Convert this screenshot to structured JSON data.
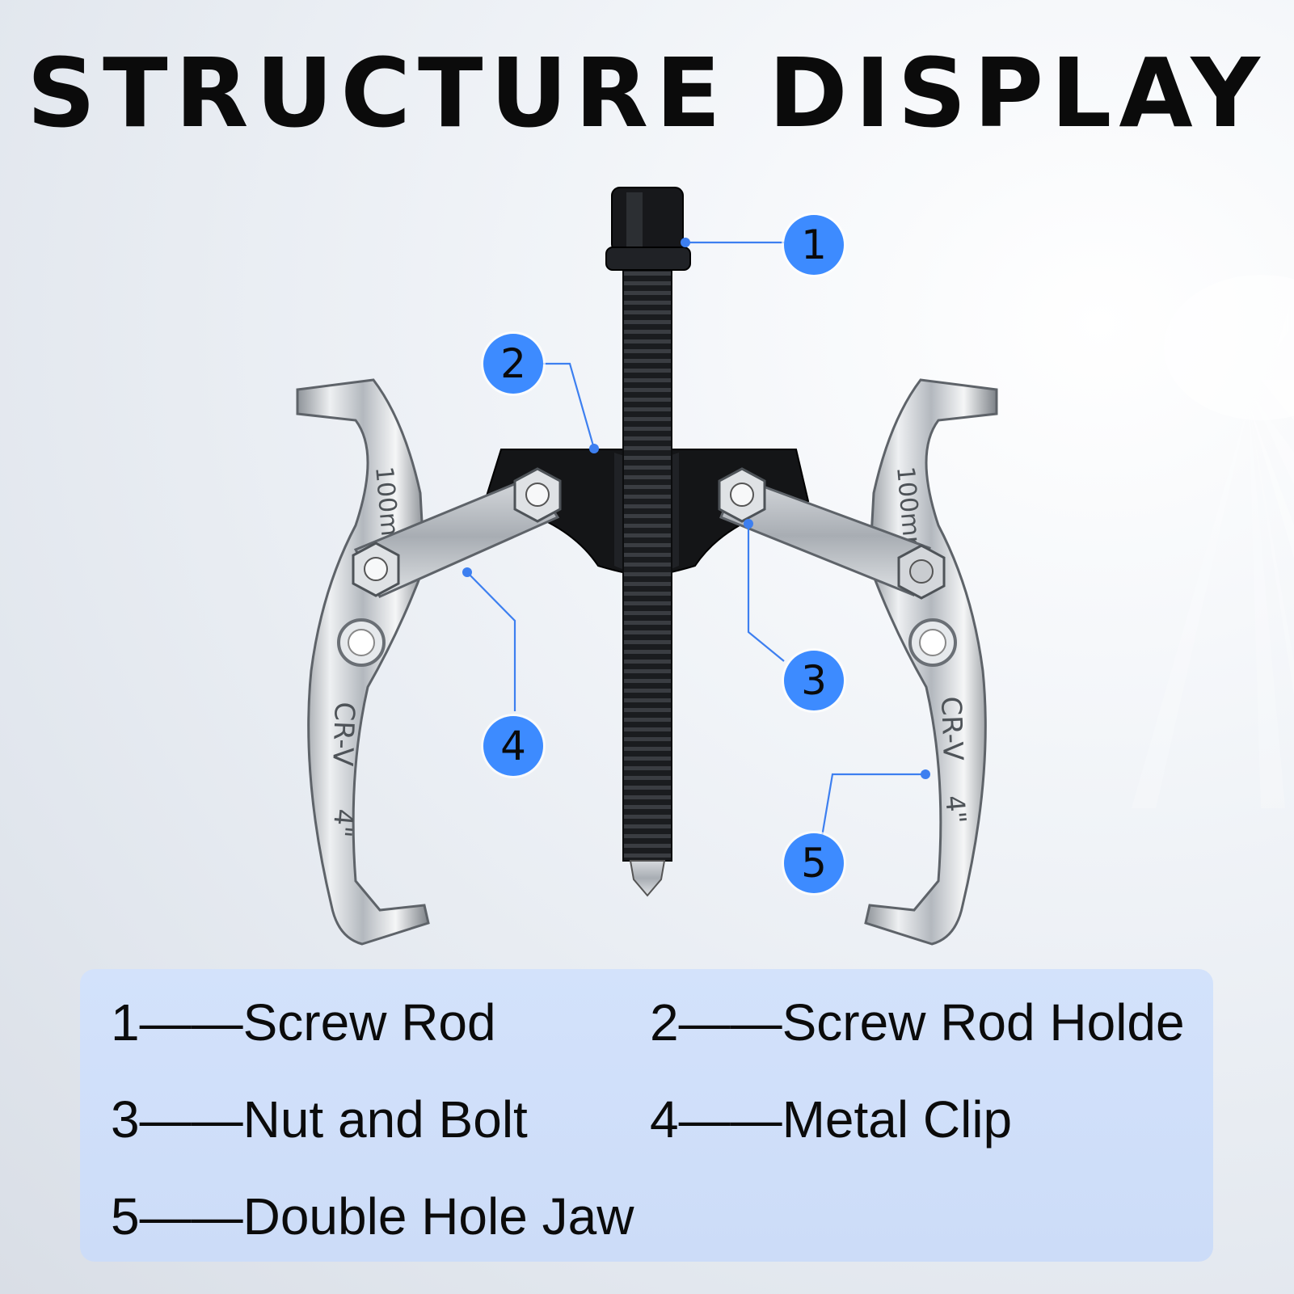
{
  "title": "STRUCTURE DISPLAY",
  "colors": {
    "accent": "#3d8bff",
    "legend_bg": "#d3e2fb",
    "text": "#0b0b0b"
  },
  "tool_markings": {
    "size": "100mm",
    "material": "CR-V",
    "inch": "4\""
  },
  "callouts": [
    {
      "number": "1"
    },
    {
      "number": "2"
    },
    {
      "number": "3"
    },
    {
      "number": "4"
    },
    {
      "number": "5"
    }
  ],
  "legend": [
    {
      "text": "1——Screw Rod"
    },
    {
      "text": "2——Screw Rod Holde"
    },
    {
      "text": "3——Nut and Bolt"
    },
    {
      "text": "4——Metal Clip"
    },
    {
      "text": "5——Double Hole Jaw"
    }
  ]
}
